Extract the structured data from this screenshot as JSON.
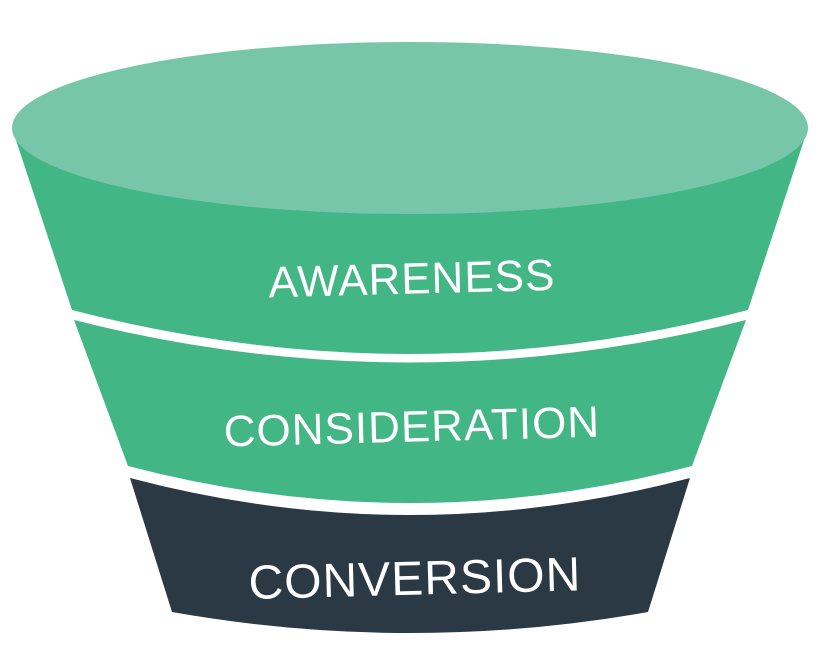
{
  "funnel": {
    "stages": [
      {
        "label": "AWARENESS"
      },
      {
        "label": "CONSIDERATION"
      },
      {
        "label": "CONVERSION"
      }
    ],
    "colors": {
      "top_rim": "#77c6aa",
      "green_band": "#42b785",
      "dark_band": "#2a3944",
      "separator": "#ffffff"
    }
  }
}
